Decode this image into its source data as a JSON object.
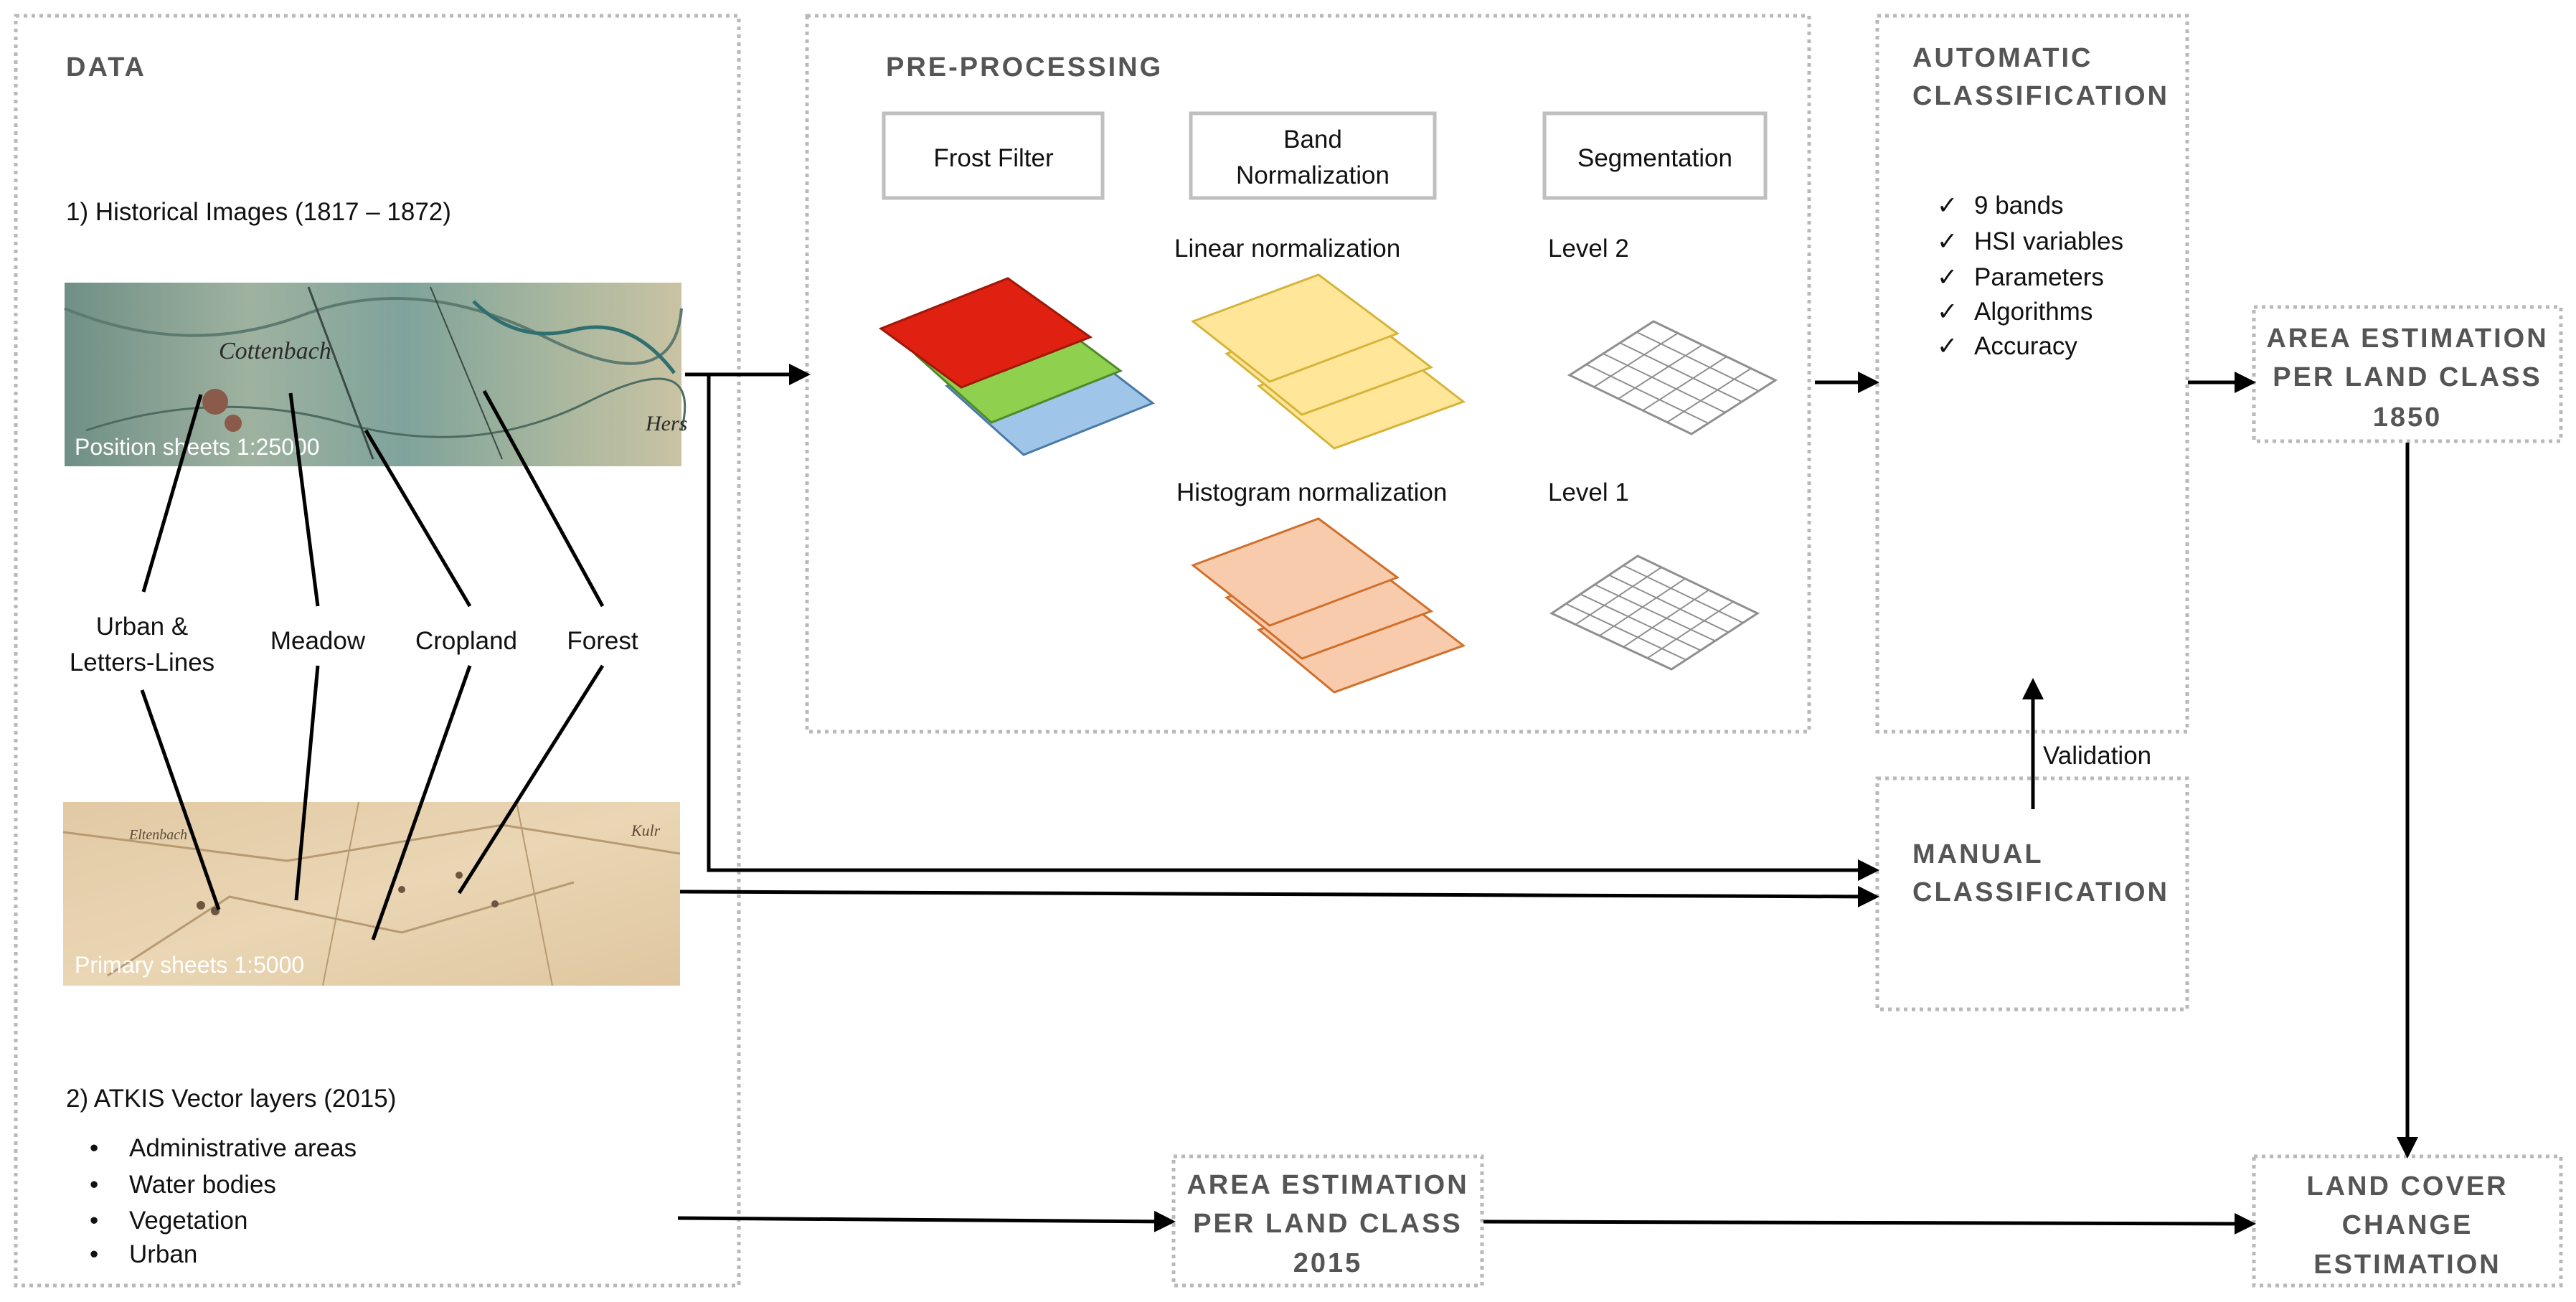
{
  "data_section": {
    "heading": "DATA",
    "historical_title": "1) Historical Images (1817 – 1872)",
    "position_sheets": "Position sheets  1:25000",
    "primary_sheets": "Primary sheets  1:5000",
    "map_top_text": "Cottenbach",
    "map_top_text_right": "Hers",
    "map_bottom_text": "Eltenbach",
    "map_bottom_text_right": "Kulr",
    "classes": {
      "urban_line1": "Urban &",
      "urban_line2": "Letters-Lines",
      "meadow": "Meadow",
      "cropland": "Cropland",
      "forest": "Forest"
    },
    "atkis_title": "2) ATKIS Vector layers (2015)",
    "atkis_items": [
      "Administrative areas",
      "Water bodies",
      "Vegetation",
      "Urban"
    ],
    "bullet": "•"
  },
  "preprocessing": {
    "heading": "PRE-PROCESSING",
    "frost_filter": "Frost Filter",
    "band_norm_line1": "Band",
    "band_norm_line2": "Normalization",
    "segmentation": "Segmentation",
    "linear_normalization": "Linear normalization",
    "histogram_normalization": "Histogram normalization",
    "level2": "Level 2",
    "level1": "Level 1"
  },
  "automatic": {
    "heading_line1": "AUTOMATIC",
    "heading_line2": "CLASSIFICATION",
    "checkmark": "✓",
    "items": [
      "9 bands",
      "HSI variables",
      "Parameters",
      "Algorithms",
      "Accuracy"
    ]
  },
  "manual": {
    "heading_line1": "MANUAL",
    "heading_line2": "CLASSIFICATION",
    "validation": "Validation"
  },
  "area_1850": {
    "line1": "AREA ESTIMATION",
    "line2": "PER LAND CLASS",
    "line3": "1850"
  },
  "area_2015": {
    "line1": "AREA ESTIMATION",
    "line2": "PER LAND CLASS",
    "line3": "2015"
  },
  "change": {
    "line1": "LAND COVER",
    "line2": "CHANGE",
    "line3": "ESTIMATION"
  },
  "colors": {
    "band_red": "#e02010",
    "band_green": "#8fd14f",
    "band_blue": "#9fc5e8",
    "linear_fill": "#ffe699",
    "linear_stroke": "#d6b43a",
    "histogram_fill": "#f8cbad",
    "histogram_stroke": "#d0702c",
    "map_top": "#7d9a8f",
    "map_bottom": "#e6cfaa",
    "box_border": "#b9b9b9",
    "heading_text": "#555555"
  }
}
